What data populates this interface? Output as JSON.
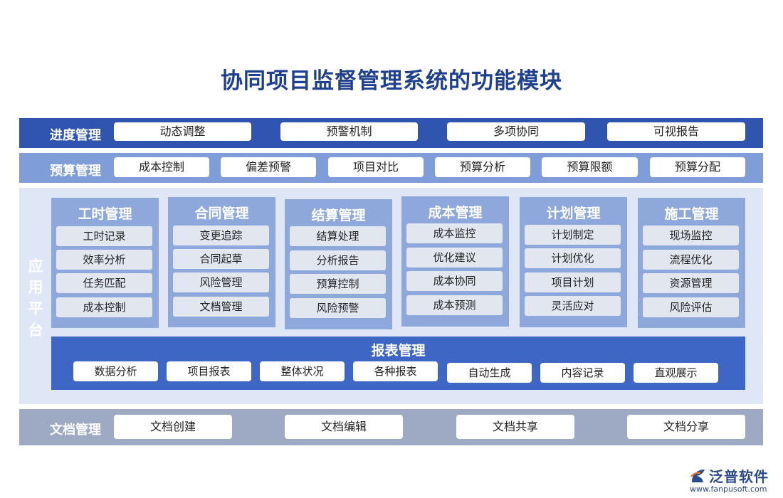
{
  "title": "协同项目监督管理系统的功能模块",
  "progress": {
    "label": "进度管理",
    "items": [
      "动态调整",
      "预警机制",
      "多项协同",
      "可视报告"
    ]
  },
  "budget": {
    "label": "预算管理",
    "items": [
      "成本控制",
      "偏差预警",
      "项目对比",
      "预算分析",
      "预算限额",
      "预算分配"
    ]
  },
  "platform": {
    "label": [
      "应",
      "用",
      "平",
      "台"
    ],
    "modules": [
      {
        "title": "工时管理",
        "items": [
          "工时记录",
          "效率分析",
          "任务匹配",
          "成本控制"
        ]
      },
      {
        "title": "合同管理",
        "items": [
          "变更追踪",
          "合同起草",
          "风险管理",
          "文档管理"
        ]
      },
      {
        "title": "结算管理",
        "items": [
          "结算处理",
          "分析报告",
          "预算控制",
          "风险预警"
        ]
      },
      {
        "title": "成本管理",
        "items": [
          "成本监控",
          "优化建议",
          "成本协同",
          "成本预测"
        ]
      },
      {
        "title": "计划管理",
        "items": [
          "计划制定",
          "计划优化",
          "项目计划",
          "灵活应对"
        ]
      },
      {
        "title": "施工管理",
        "items": [
          "现场监控",
          "流程优化",
          "资源管理",
          "风险评估"
        ]
      }
    ],
    "report": {
      "title": "报表管理",
      "items": [
        "数据分析",
        "项目报表",
        "整体状况",
        "各种报表",
        "自动生成",
        "内容记录",
        "直观展示"
      ]
    }
  },
  "docs": {
    "label": "文档管理",
    "items": [
      "文档创建",
      "文档编辑",
      "文档共享",
      "文档分享"
    ]
  },
  "logo": {
    "name": "泛普软件",
    "url": "www.fanpusoft.com"
  }
}
